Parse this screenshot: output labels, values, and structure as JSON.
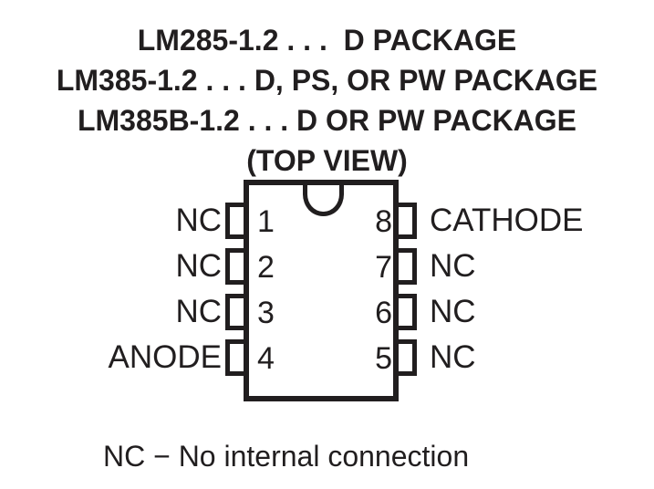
{
  "header": {
    "lines": [
      "LM285-1.2 . . .  D PACKAGE",
      "LM385-1.2 . . . D, PS, OR PW PACKAGE",
      "LM385B-1.2 . . . D OR PW PACKAGE"
    ],
    "view_label": "(TOP VIEW)"
  },
  "package": {
    "left_pins": [
      {
        "number": "1",
        "label": "NC"
      },
      {
        "number": "2",
        "label": "NC"
      },
      {
        "number": "3",
        "label": "NC"
      },
      {
        "number": "4",
        "label": "ANODE"
      }
    ],
    "right_pins": [
      {
        "number": "8",
        "label": "CATHODE"
      },
      {
        "number": "7",
        "label": "NC"
      },
      {
        "number": "6",
        "label": "NC"
      },
      {
        "number": "5",
        "label": "NC"
      }
    ]
  },
  "footnote": "NC − No internal connection",
  "colors": {
    "ink": "#211e1f",
    "background": "#ffffff"
  }
}
